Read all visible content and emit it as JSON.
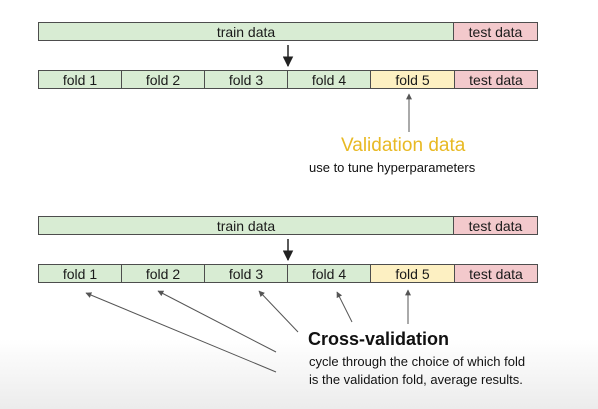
{
  "top": {
    "split": {
      "train": "train data",
      "test": "test data"
    },
    "folds": [
      "fold 1",
      "fold 2",
      "fold 3",
      "fold 4",
      "fold 5"
    ],
    "test": "test data",
    "validation_title": "Validation data",
    "validation_subtitle": "use to tune hyperparameters"
  },
  "bottom": {
    "split": {
      "train": "train data",
      "test": "test data"
    },
    "folds": [
      "fold 1",
      "fold 2",
      "fold 3",
      "fold 4",
      "fold 5"
    ],
    "test": "test data",
    "cv_title": "Cross-validation",
    "cv_line1": "cycle through the choice of which fold",
    "cv_line2": "is the validation fold, average results."
  },
  "colors": {
    "train": "#d8ecd3",
    "test": "#f3c9cc",
    "validation": "#fdf0c2",
    "validation_text": "#e8b923"
  }
}
